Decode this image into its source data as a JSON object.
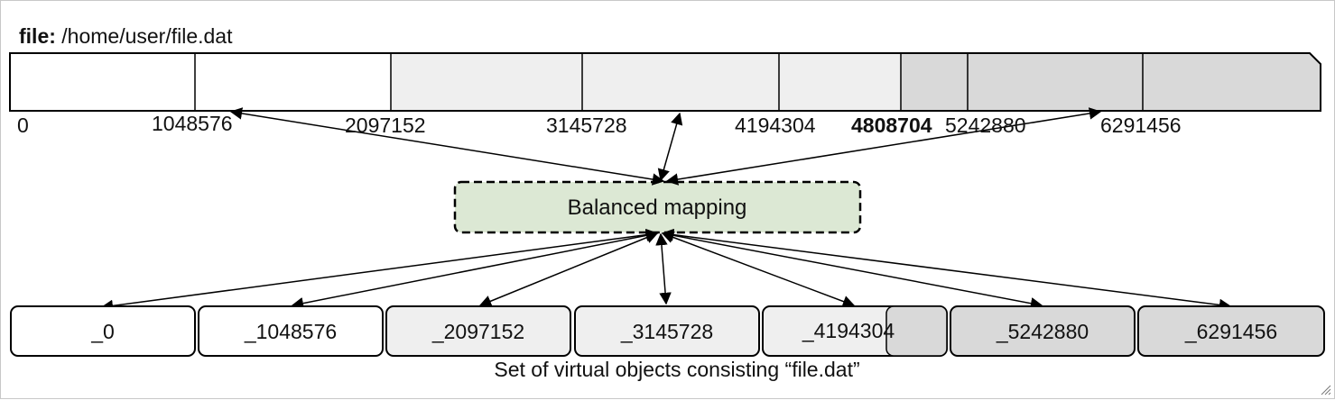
{
  "file": {
    "prefix": "file:",
    "path": "/home/user/file.dat"
  },
  "offsets": {
    "o0": "0",
    "o1": "1048576",
    "o2": "2097152",
    "o3": "3145728",
    "o4": "4194304",
    "o_split": "4808704",
    "o5": "5242880",
    "o6": "6291456"
  },
  "mapping_label": "Balanced mapping",
  "objects": [
    {
      "label": "_0"
    },
    {
      "label": "_1048576"
    },
    {
      "label": "_2097152"
    },
    {
      "label": "_3145728"
    },
    {
      "label": "_4194304"
    },
    {
      "label": "_5242880"
    },
    {
      "label": "_6291456"
    }
  ],
  "caption": "Set  of virtual objects consisting “file.dat”",
  "colors": {
    "segment_white": "#ffffff",
    "segment_light": "#efefef",
    "segment_dark": "#d9d9d9",
    "mapping_fill": "#dce8d4",
    "stroke": "#000000"
  }
}
